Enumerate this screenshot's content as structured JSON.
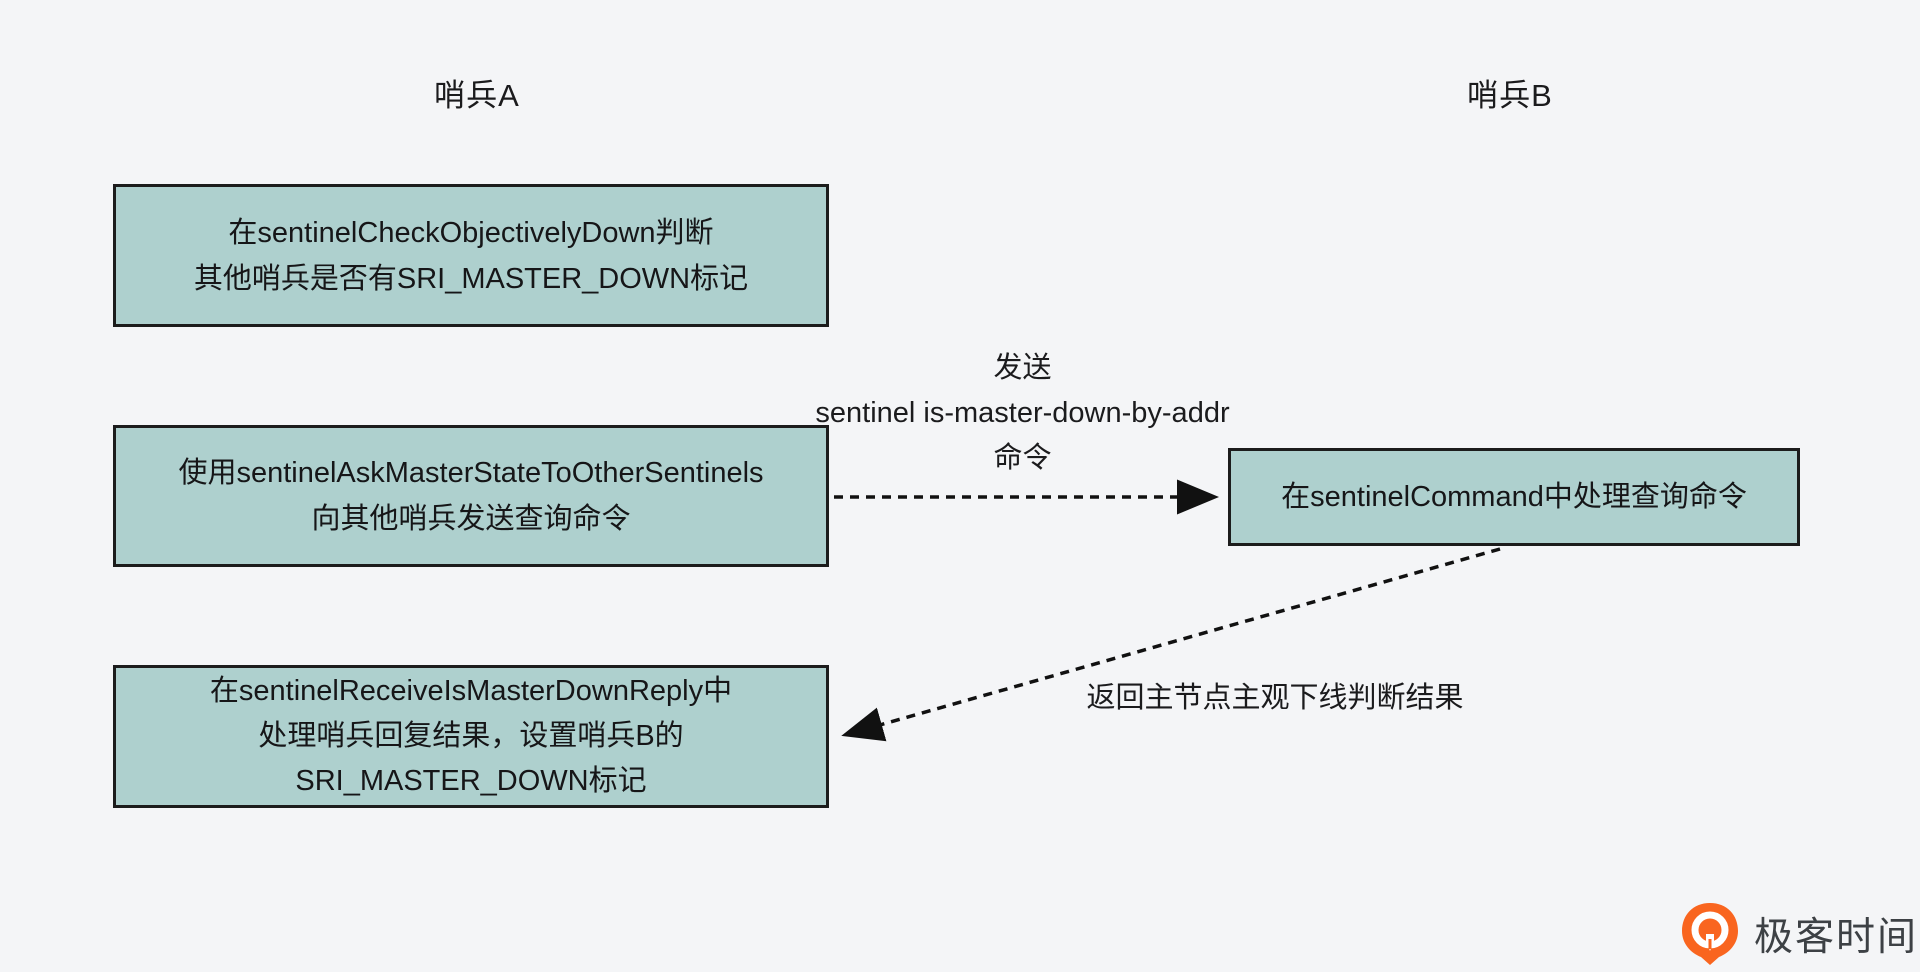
{
  "diagram": {
    "background_color": "#f4f5f7",
    "box_fill_color": "#aed0ce",
    "box_border_color": "#1c1c1c",
    "lanes": [
      {
        "label": "哨兵A"
      },
      {
        "label": "哨兵B"
      }
    ],
    "boxes": [
      {
        "id": "check-objectively-down",
        "lines": [
          "在sentinelCheckObjectivelyDown判断",
          "其他哨兵是否有SRI_MASTER_DOWN标记"
        ]
      },
      {
        "id": "ask-master-state",
        "lines": [
          "使用sentinelAskMasterStateToOtherSentinels",
          "向其他哨兵发送查询命令"
        ]
      },
      {
        "id": "receive-is-master-down-reply",
        "lines": [
          "在sentinelReceiveIsMasterDownReply中",
          "处理哨兵回复结果，设置哨兵B的",
          "SRI_MASTER_DOWN标记"
        ]
      },
      {
        "id": "sentinel-command",
        "lines": [
          "在sentinelCommand中处理查询命令"
        ]
      }
    ],
    "arrows": [
      {
        "id": "send-query",
        "label_lines": [
          "发送",
          "sentinel is-master-down-by-addr",
          "命令"
        ]
      },
      {
        "id": "reply-result",
        "label": "返回主节点主观下线判断结果"
      }
    ]
  },
  "footer": {
    "brand": "极客时间",
    "brand_icon": "geektime-pin-icon",
    "brand_color": "#f9651f"
  }
}
